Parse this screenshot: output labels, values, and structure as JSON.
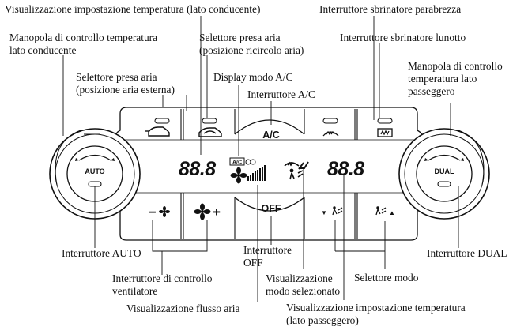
{
  "labels": {
    "temp_driver_display": "Visualizzazione impostazione temperatura (lato conducente)",
    "front_defroster": "Interruttore sbrinatore parabrezza",
    "driver_knob": "Manopola di controllo temperatura\nlato conducente",
    "recirc_selector": "Selettore presa aria\n(posizione ricircolo aria)",
    "rear_defroster": "Interruttore sbrinatore lunotto",
    "passenger_knob": "Manopola di controllo\ntemperatura lato\npasseggero",
    "outside_air_selector": "Selettore presa aria\n(posizione aria esterna)",
    "ac_mode_display": "Display modo A/C",
    "ac_switch": "Interruttore A/C",
    "auto_switch": "Interruttore AUTO",
    "off_switch": "Interruttore\nOFF",
    "dual_switch": "Interruttore DUAL",
    "fan_switch": "Interruttore di controllo\nventilatore",
    "selected_mode_display": "Visualizzazione\nmodo selezionato",
    "mode_selector": "Selettore modo",
    "airflow_display": "Visualizzazione flusso aria",
    "temp_passenger_display": "Visualizzazione impostazione temperatura\n(lato passeggero)"
  },
  "panel": {
    "auto_button": "AUTO",
    "dual_button": "DUAL",
    "ac_button": "A/C",
    "off_button": "OFF",
    "driver_temp": "88.8",
    "passenger_temp": "88.8",
    "ac_indicator": "A/C",
    "fan_minus": "−",
    "fan_plus": "+",
    "mode_down": "▼",
    "mode_up": "▲"
  }
}
